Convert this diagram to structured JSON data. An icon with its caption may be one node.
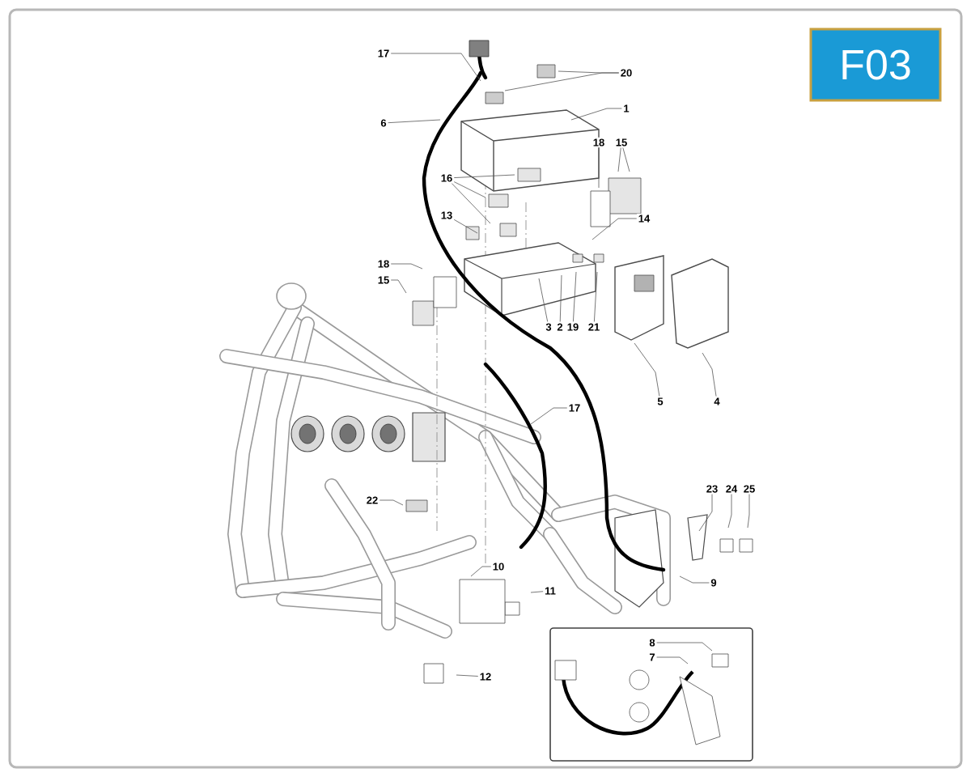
{
  "diagram": {
    "nodes": [
      {
        "text": [
          "F03"
        ]
      },
      {
        "text": [
          "17"
        ]
      },
      {
        "text": [
          "20"
        ]
      },
      {
        "text": [
          "1"
        ]
      },
      {
        "text": [
          "6"
        ]
      },
      {
        "text": [
          "18"
        ]
      },
      {
        "text": [
          "15"
        ]
      },
      {
        "text": [
          "16"
        ]
      },
      {
        "text": [
          "13"
        ]
      },
      {
        "text": [
          "14"
        ]
      },
      {
        "text": [
          "18"
        ]
      },
      {
        "text": [
          "15"
        ]
      },
      {
        "text": [
          "3"
        ]
      },
      {
        "text": [
          "2"
        ]
      },
      {
        "text": [
          "19"
        ]
      },
      {
        "text": [
          "21"
        ]
      },
      {
        "text": [
          "5"
        ]
      },
      {
        "text": [
          "4"
        ]
      },
      {
        "text": [
          "17"
        ]
      },
      {
        "text": [
          "23"
        ]
      },
      {
        "text": [
          "24"
        ]
      },
      {
        "text": [
          "25"
        ]
      },
      {
        "text": [
          "22"
        ]
      },
      {
        "text": [
          "10"
        ]
      },
      {
        "text": [
          "9"
        ]
      },
      {
        "text": [
          "11"
        ]
      },
      {
        "text": [
          "8"
        ]
      },
      {
        "text": [
          "7"
        ]
      },
      {
        "text": [
          "12"
        ]
      }
    ],
    "edges": [
      {
        "from": 1,
        "to": null,
        "arrow": "none"
      },
      {
        "from": 2,
        "to": null,
        "arrow": "none"
      },
      {
        "from": 2,
        "to": null,
        "arrow": "none"
      },
      {
        "from": 3,
        "to": null,
        "arrow": "none"
      },
      {
        "from": 4,
        "to": null,
        "arrow": "none"
      },
      {
        "from": 5,
        "to": null,
        "arrow": "none"
      },
      {
        "from": 6,
        "to": null,
        "arrow": "none"
      },
      {
        "from": 6,
        "to": null,
        "arrow": "none"
      },
      {
        "from": 7,
        "to": null,
        "arrow": "none"
      },
      {
        "from": 7,
        "to": null,
        "arrow": "none"
      },
      {
        "from": 7,
        "to": null,
        "arrow": "none"
      },
      {
        "from": 8,
        "to": null,
        "arrow": "none"
      },
      {
        "from": 9,
        "to": null,
        "arrow": "none"
      },
      {
        "from": 10,
        "to": null,
        "arrow": "none"
      },
      {
        "from": 11,
        "to": null,
        "arrow": "none"
      },
      {
        "from": 12,
        "to": null,
        "arrow": "none"
      },
      {
        "from": 13,
        "to": null,
        "arrow": "none"
      },
      {
        "from": 14,
        "to": null,
        "arrow": "none"
      },
      {
        "from": 15,
        "to": null,
        "arrow": "none"
      },
      {
        "from": 16,
        "to": null,
        "arrow": "none"
      },
      {
        "from": 17,
        "to": null,
        "arrow": "none"
      },
      {
        "from": 18,
        "to": null,
        "arrow": "none"
      },
      {
        "from": 19,
        "to": null,
        "arrow": "none"
      },
      {
        "from": 20,
        "to": null,
        "arrow": "none"
      },
      {
        "from": 21,
        "to": null,
        "arrow": "none"
      },
      {
        "from": 22,
        "to": null,
        "arrow": "none"
      },
      {
        "from": 23,
        "to": null,
        "arrow": "none"
      },
      {
        "from": 24,
        "to": null,
        "arrow": "none"
      },
      {
        "from": 25,
        "to": null,
        "arrow": "none"
      },
      {
        "from": 26,
        "to": null,
        "arrow": "none"
      },
      {
        "from": 27,
        "to": null,
        "arrow": "none"
      },
      {
        "from": 28,
        "to": null,
        "arrow": "none"
      }
    ]
  }
}
